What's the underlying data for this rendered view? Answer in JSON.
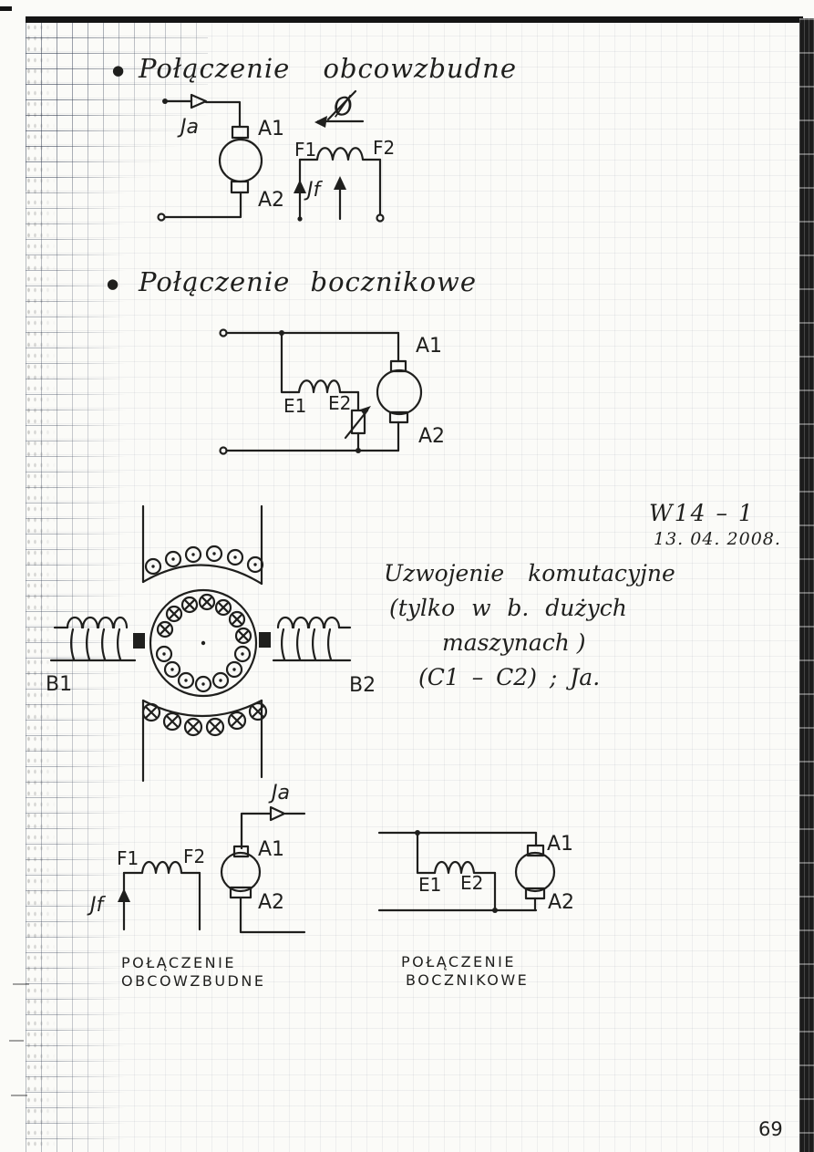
{
  "page": {
    "number": "69",
    "colors": {
      "ink": "#1f1f1d",
      "paper": "#fbfbf8",
      "grid": "#8a93a3"
    }
  },
  "header": {
    "course_code": "W14 – 1",
    "date": "13. 04. 2008."
  },
  "sections": {
    "separately_excited": {
      "bullet": "●",
      "title": "Połączenie obcowzbudne",
      "labels": {
        "ja": "Ja",
        "a1": "A1",
        "a2": "A2",
        "phi": "Ø",
        "f1": "F1",
        "f2": "F2",
        "if": "Jf"
      }
    },
    "shunt": {
      "bullet": "●",
      "title": "Połączenie bocznikowe",
      "labels": {
        "a1": "A1",
        "a2": "A2",
        "e1": "E1",
        "e2": "E2"
      }
    },
    "cross_section": {
      "labels": {
        "b1": "B1",
        "b2": "B2"
      }
    },
    "commutation_note": {
      "line1": "Uzwojenie komutacyjne",
      "line2": "(tylko w b. dużych",
      "line3": "maszynach )",
      "line4": "(C1 – C2) ; Ja."
    },
    "summary_separately_excited": {
      "labels": {
        "ja": "Ja",
        "a1": "A1",
        "a2": "A2",
        "f1": "F1",
        "f2": "F2",
        "if": "Jf"
      },
      "caption_line1": "POŁĄCZENIE",
      "caption_line2": "OBCOWZBUDNE"
    },
    "summary_shunt": {
      "labels": {
        "a1": "A1",
        "a2": "A2",
        "e1": "E1",
        "e2": "E2"
      },
      "caption_line1": "POŁĄCZENIE",
      "caption_line2": "BOCZNIKOWE"
    }
  }
}
